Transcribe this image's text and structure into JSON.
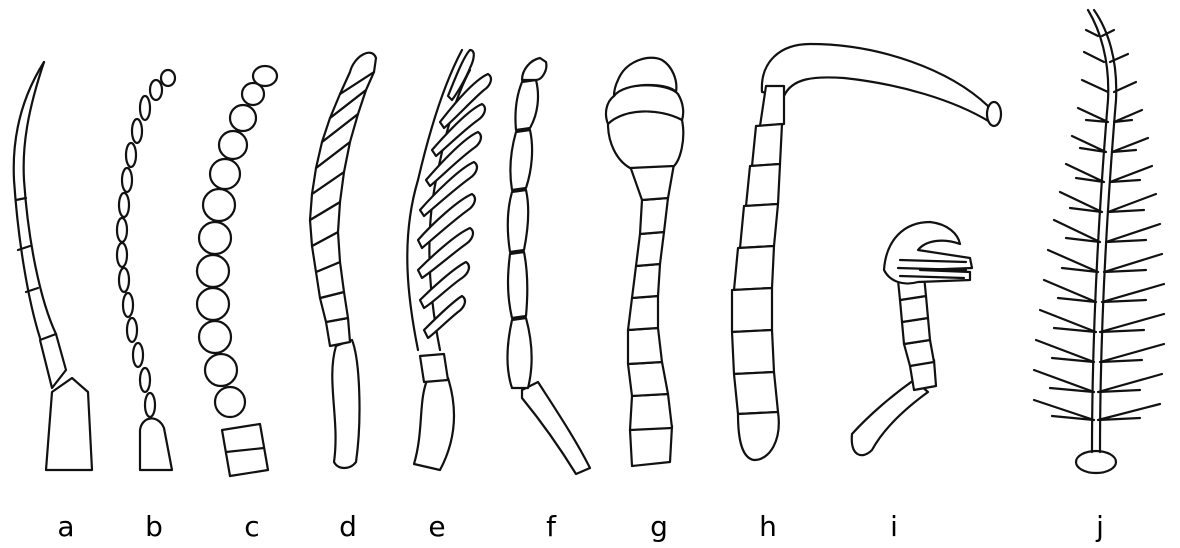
{
  "figure": {
    "labels": [
      "a",
      "b",
      "c",
      "d",
      "e",
      "f",
      "g",
      "h",
      "i",
      "j"
    ]
  }
}
